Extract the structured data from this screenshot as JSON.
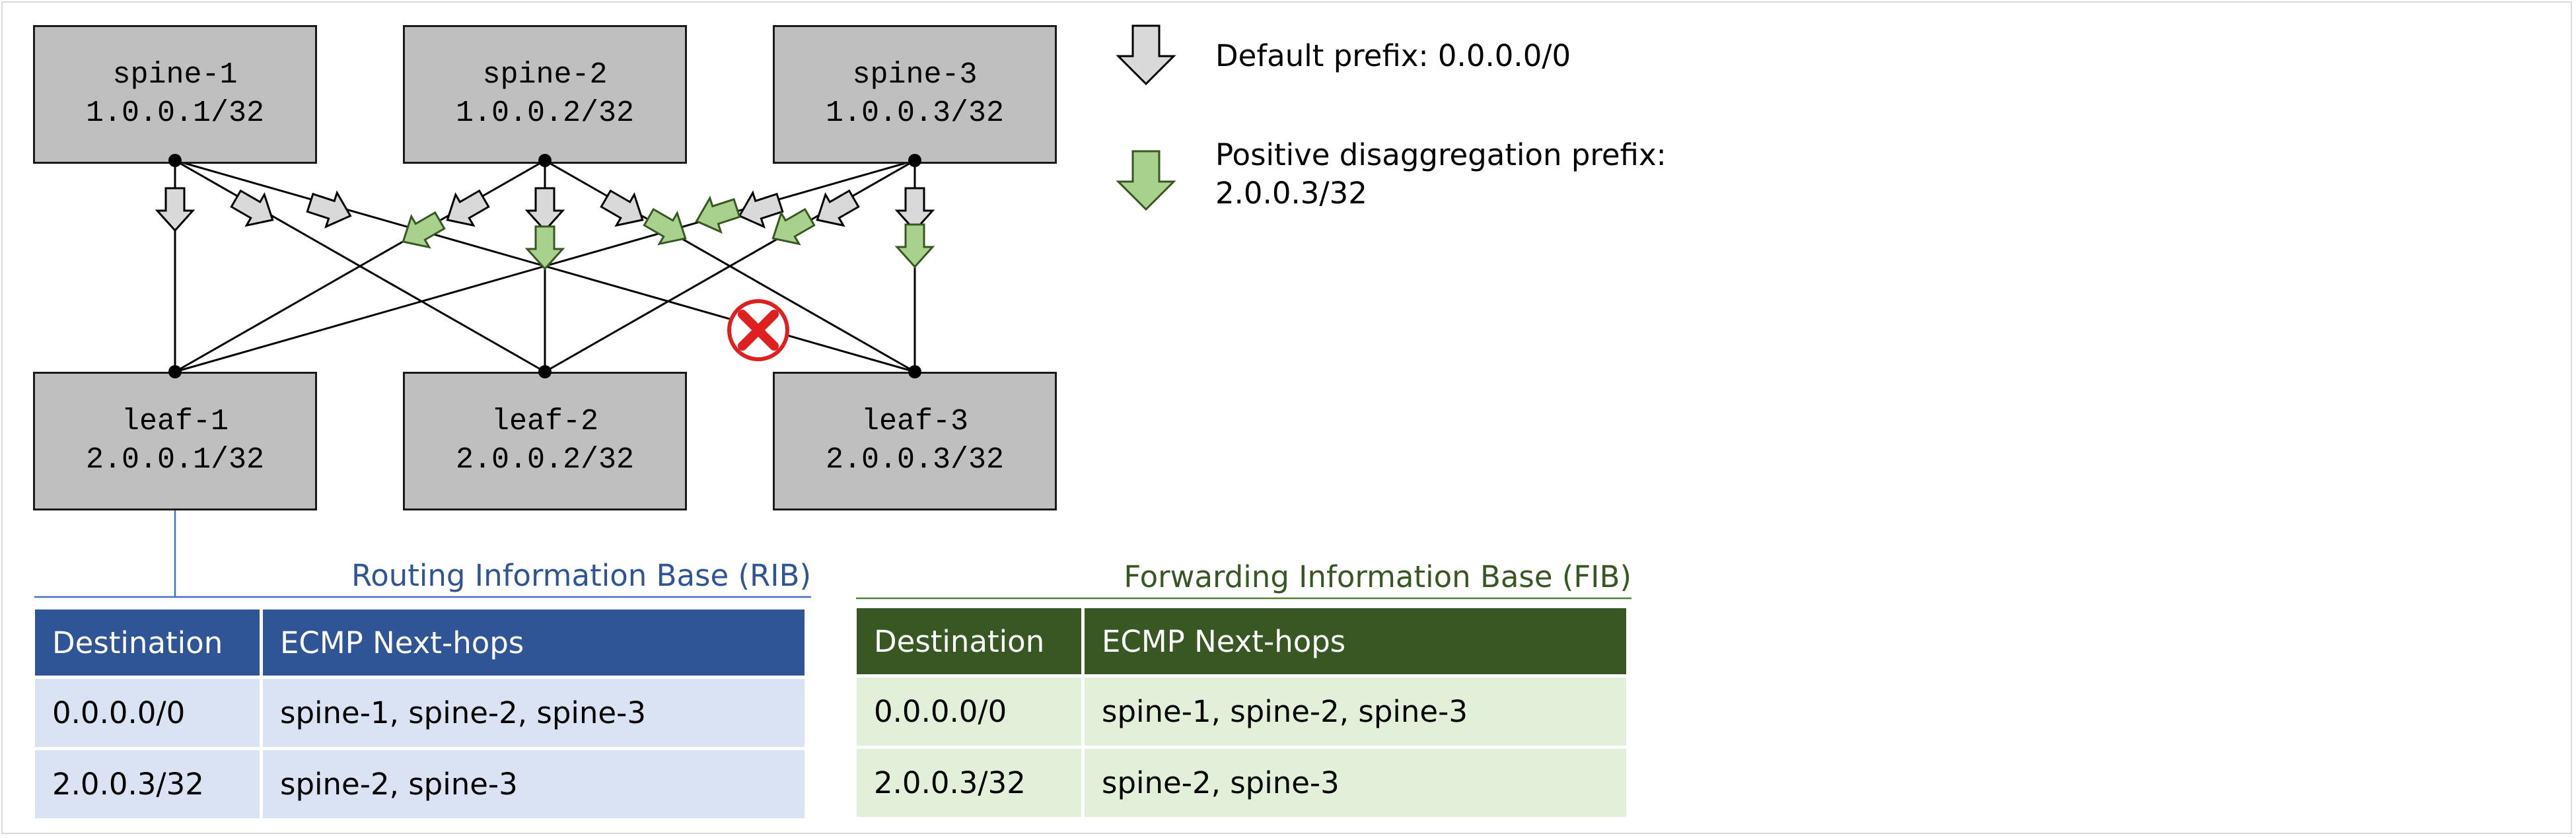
{
  "spines": [
    {
      "name": "spine-1",
      "ip": "1.0.0.1/32"
    },
    {
      "name": "spine-2",
      "ip": "1.0.0.2/32"
    },
    {
      "name": "spine-3",
      "ip": "1.0.0.3/32"
    }
  ],
  "leaves": [
    {
      "name": "leaf-1",
      "ip": "2.0.0.1/32"
    },
    {
      "name": "leaf-2",
      "ip": "2.0.0.2/32"
    },
    {
      "name": "leaf-3",
      "ip": "2.0.0.3/32"
    }
  ],
  "legend": {
    "default_label": "Default prefix: 0.0.0.0/0",
    "positive_label_line1": "Positive disaggregation prefix:",
    "positive_label_line2": "2.0.0.3/32"
  },
  "rib": {
    "title": "Routing Information Base (RIB)",
    "headers": [
      "Destination",
      "ECMP Next-hops"
    ],
    "rows": [
      [
        "0.0.0.0/0",
        "spine-1, spine-2, spine-3"
      ],
      [
        "2.0.0.3/32",
        "spine-2, spine-3"
      ]
    ]
  },
  "fib": {
    "title": "Forwarding Information Base (FIB)",
    "headers": [
      "Destination",
      "ECMP Next-hops"
    ],
    "rows": [
      [
        "0.0.0.0/0",
        "spine-1, spine-2, spine-3"
      ],
      [
        "2.0.0.3/32",
        "spine-2, spine-3"
      ]
    ]
  },
  "colors": {
    "default_arrow": "#d9d9d9",
    "positive_arrow": "#a9d18e",
    "failure_mark": "#e02020",
    "rib_header": "#2f5597",
    "rib_cell": "#dae3f3",
    "fib_header": "#385723",
    "fib_cell": "#e2f0d9",
    "connector": "#4472c4"
  }
}
